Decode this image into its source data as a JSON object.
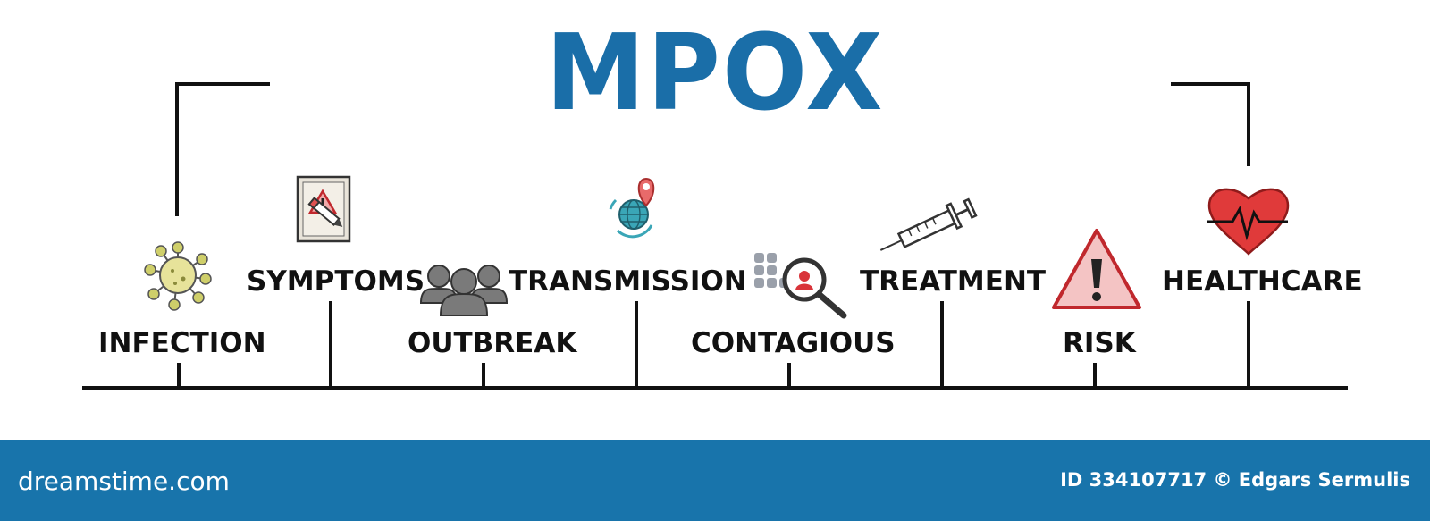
{
  "title": "MPOX",
  "colors": {
    "title": "#1a6ea8",
    "footer_bg": "#1874ab",
    "line": "#111111",
    "accent_red": "#d9343a",
    "virus_yellow": "#e7e39a",
    "globe_teal": "#3aa6b7",
    "people_gray": "#777777"
  },
  "items": [
    {
      "label": "INFECTION",
      "icon": "virus-icon"
    },
    {
      "label": "SYMPTOMS",
      "icon": "clipboard-warning-icon"
    },
    {
      "label": "OUTBREAK",
      "icon": "people-group-icon"
    },
    {
      "label": "TRANSMISSION",
      "icon": "globe-location-icon"
    },
    {
      "label": "CONTAGIOUS",
      "icon": "magnifier-person-icon"
    },
    {
      "label": "TREATMENT",
      "icon": "syringe-icon"
    },
    {
      "label": "RISK",
      "icon": "warning-triangle-icon"
    },
    {
      "label": "HEALTHCARE",
      "icon": "heart-pulse-icon"
    }
  ],
  "footer": {
    "logo": "dreamstime.com",
    "id_credit": "ID 334107717 © Edgars Sermulis"
  }
}
